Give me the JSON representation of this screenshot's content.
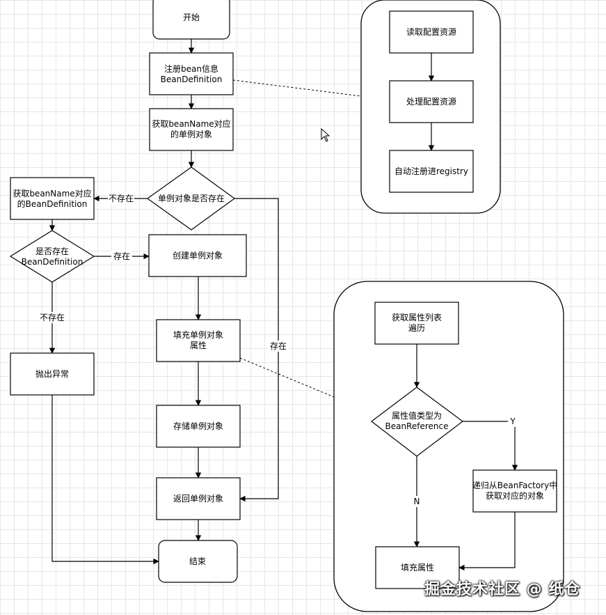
{
  "nodes": {
    "start": "开始",
    "register": [
      "注册bean信息",
      "BeanDefinition"
    ],
    "get_singleton": [
      "获取beanName对应",
      "的单例对象"
    ],
    "singleton_exists": "单例对象是否存在",
    "get_definition": [
      "获取beanName对应",
      "的BeanDefinition"
    ],
    "definition_exists": [
      "是否存在",
      "BeanDefinition"
    ],
    "create_singleton": "创建单例对象",
    "fill_properties": [
      "填充单例对象",
      "属性"
    ],
    "store_singleton": "存储单例对象",
    "return_singleton": "返回单例对象",
    "throw_exception": "抛出异常",
    "end": "结束",
    "read_config": "读取配置资源",
    "process_config": "处理配置资源",
    "auto_register": "自动注册进registry",
    "get_property_list": [
      "获取属性列表",
      "遍历"
    ],
    "is_bean_reference": [
      "属性值类型为",
      "BeanReference"
    ],
    "recursive_get": [
      "递归从BeanFactory中",
      "获取对应的对象"
    ],
    "fill_attribute": "填充属性"
  },
  "edge_labels": {
    "not_exist_1": "不存在",
    "exist_1": "存在",
    "not_exist_2": "不存在",
    "exist_2": "存在",
    "yes": "Y",
    "no": "N"
  },
  "watermark": "掘金技术社区 @ 纸仓",
  "colors": {
    "stroke": "#000000",
    "fill": "#ffffff",
    "grid": "#e6e6e6"
  }
}
